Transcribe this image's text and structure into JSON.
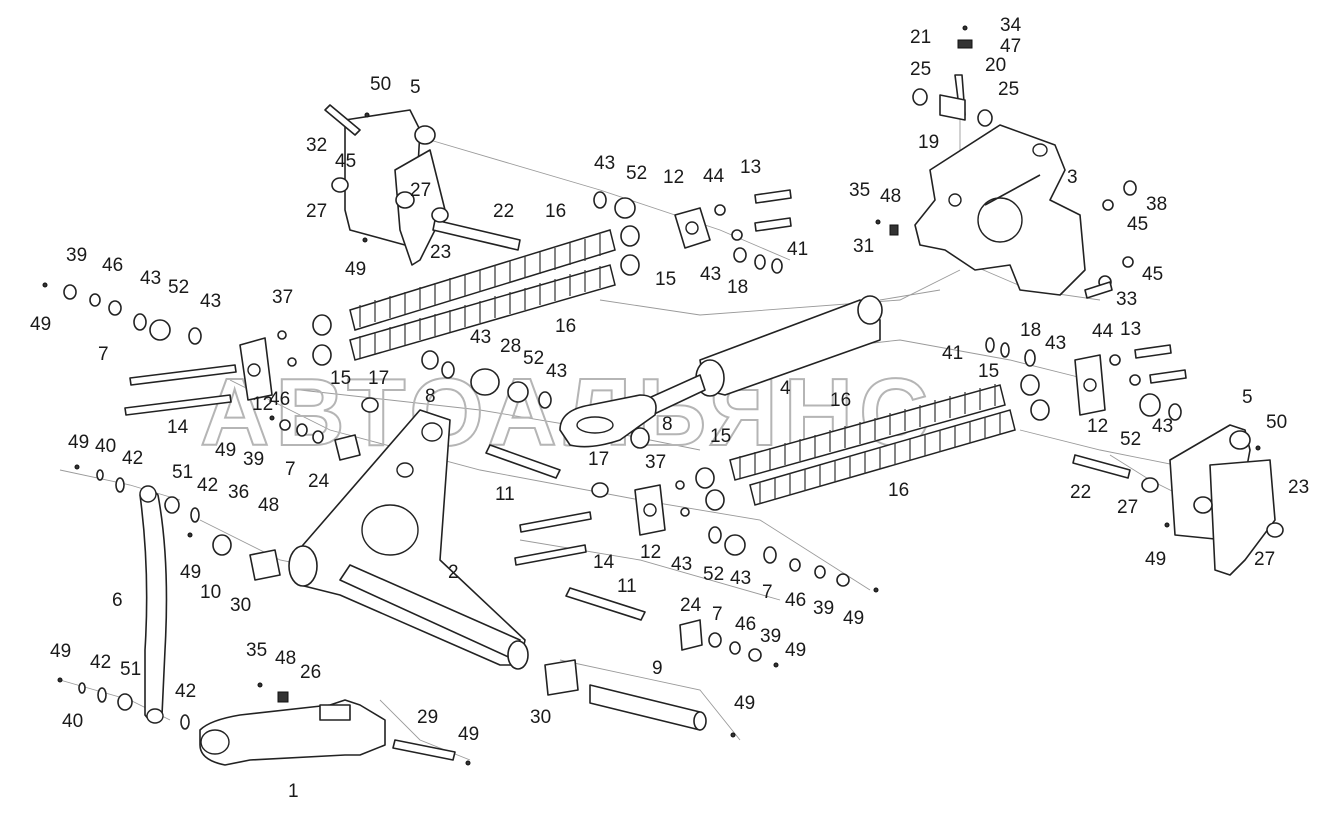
{
  "watermark": "АВТОАЛЬЯНС",
  "callouts": [
    "1",
    "2",
    "3",
    "4",
    "5",
    "6",
    "7",
    "8",
    "9",
    "10",
    "11",
    "12",
    "13",
    "14",
    "15",
    "16",
    "17",
    "18",
    "19",
    "20",
    "21",
    "22",
    "23",
    "24",
    "25",
    "26",
    "27",
    "28",
    "29",
    "30",
    "31",
    "32",
    "33",
    "34",
    "35",
    "36",
    "37",
    "38",
    "39",
    "40",
    "41",
    "42",
    "43",
    "44",
    "45",
    "46",
    "47",
    "48",
    "49",
    "50",
    "51",
    "52"
  ],
  "colors": {
    "line": "#222222",
    "leader": "#9a9a9a",
    "watermark": "#b5b5b5"
  }
}
